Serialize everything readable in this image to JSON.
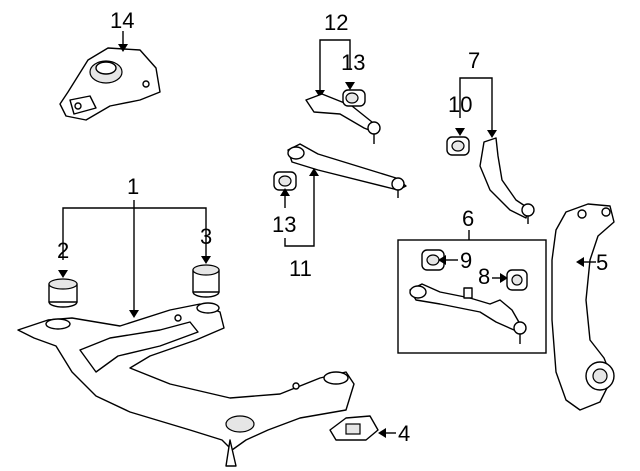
{
  "callouts": {
    "c1": "1",
    "c2": "2",
    "c3": "3",
    "c4": "4",
    "c5": "5",
    "c6": "6",
    "c7": "7",
    "c8": "8",
    "c9": "9",
    "c10": "10",
    "c11": "11",
    "c12": "12",
    "c13_top": "13",
    "c13_mid": "13",
    "c14": "14"
  },
  "colors": {
    "line": "#000000",
    "background": "#ffffff",
    "shade": "#e6e6e6"
  }
}
